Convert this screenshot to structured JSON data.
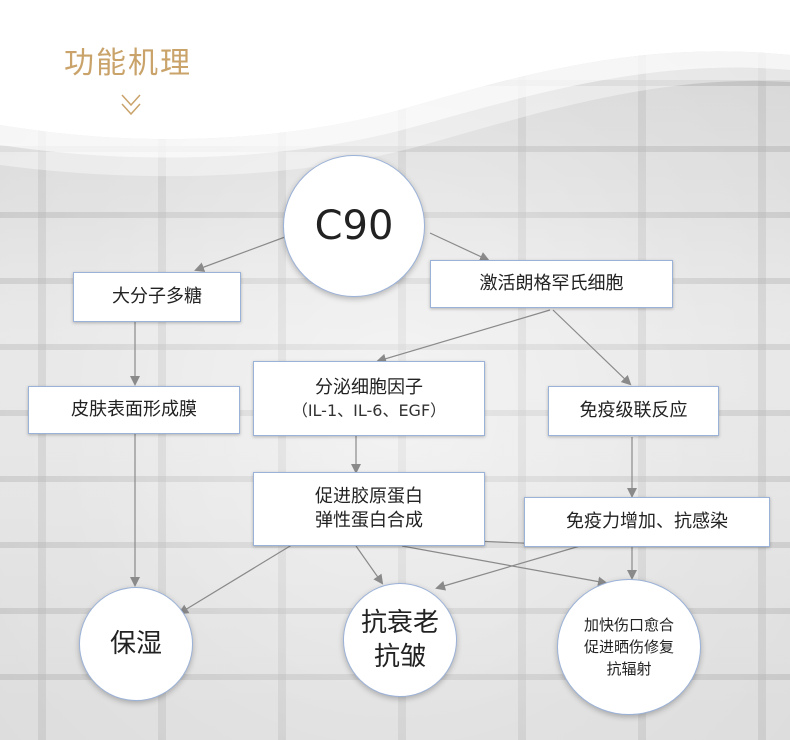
{
  "header": {
    "title": "功能机理"
  },
  "nodes": {
    "c90": "C90",
    "polysaccharide": "大分子多糖",
    "langerhans": "激活朗格罕氏细胞",
    "skin_film": "皮肤表面形成膜",
    "cytokine": {
      "line1": "分泌细胞因子",
      "line2": "（IL-1、IL-6、EGF）"
    },
    "immune_cascade": "免疫级联反应",
    "collagen": {
      "line1": "促进胶原蛋白",
      "line2": "弹性蛋白合成"
    },
    "immunity": "免疫力增加、抗感染",
    "moisture": "保湿",
    "anti_aging": {
      "line1": "抗衰老",
      "line2": "抗皱"
    },
    "healing": {
      "line1": "加快伤口愈合",
      "line2": "促进晒伤修复",
      "line3": "抗辐射"
    }
  },
  "colors": {
    "title": "#c9a36a",
    "border": "#9bb2d8",
    "arrow": "#8a8a8a"
  }
}
